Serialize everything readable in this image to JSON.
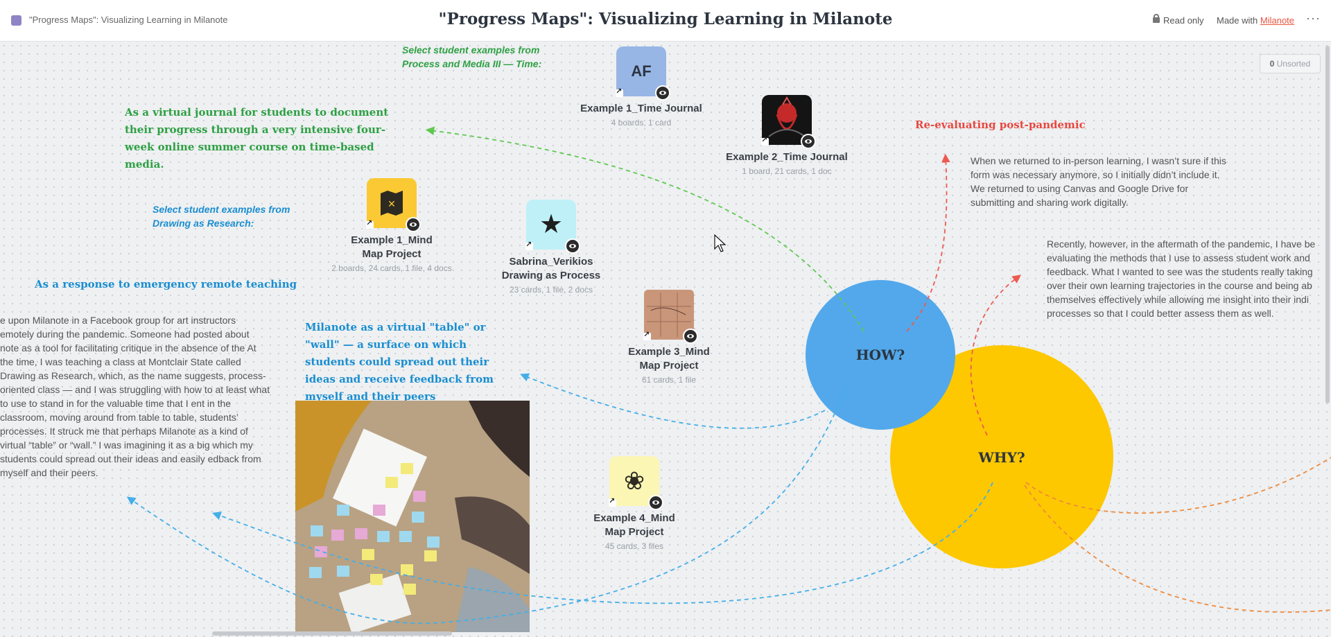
{
  "header": {
    "breadcrumb": "\"Progress Maps\": Visualizing Learning in Milanote",
    "title": "\"Progress Maps\": Visualizing Learning in Milanote",
    "read_only": "Read only",
    "made_with": "Made with",
    "made_with_link": "Milanote",
    "more": "···"
  },
  "unsorted": {
    "count": "0",
    "label": "Unsorted"
  },
  "labels": {
    "time_examples": "Select student examples from Process and Media III — Time:",
    "drawing_examples": "Select student examples from Drawing as Research:",
    "virtual_journal": "As a  virtual journal for students to document their progress through a very intensive four-week online summer course on time-based media.",
    "emergency": "As a response to emergency remote teaching",
    "virtual_table": "Milanote as a virtual \"table\" or \"wall\" — a surface on which students could spread out their ideas and receive feedback from myself and their peers",
    "reevaluating": "Re-evaluating post-pandemic"
  },
  "notes": {
    "returned": "When we returned to in-person learning, I wasn’t sure if this form was necessary anymore, so I initially didn’t include it. We returned to using Canvas and Google Drive for submitting and sharing work digitally.",
    "recently": "Recently, however, in the aftermath of the pandemic, I have be evaluating the methods that I use to assess student work and feedback. What I wanted to see was the students really taking over their own learning trajectories in the course and being ab themselves effectively while allowing me insight into their indi processes so that I could better assess them as well.",
    "facebook": "e upon Milanote in a Facebook group for art instructors emotely during the pandemic. Someone had posted about note as a tool for facilitating critique in the absence of the  At the time, I was teaching a class at Montclair State called Drawing as Research, which, as the name suggests, process-oriented class — and I was struggling with how to at least what to use to stand in for the valuable time that I ent in the classroom, moving around from table to table, students’ processes. It struck me that perhaps Milanote as a kind of virtual “table” or “wall.” I was imagining it as a big which my students could spread out their ideas and easily edback from myself and their peers."
  },
  "boards": [
    {
      "title": "Example 1_Time Journal",
      "meta": "4 boards, 1 card",
      "initials": "AF",
      "color": "#97b6e6"
    },
    {
      "title": "Example 2_Time Journal",
      "meta": "1 board, 21 cards, 1 doc",
      "color": "#1a1a1a"
    },
    {
      "title": "Example 1_Mind Map Project",
      "meta": "2 boards, 24 cards, 1 file, 4 docs",
      "color": "#fbc934"
    },
    {
      "title": "Sabrina_Verikios Drawing as Process",
      "meta": "23 cards, 1 file, 2 docs",
      "color": "#bff0f8"
    },
    {
      "title": "Example 3_Mind Map Project",
      "meta": "61 cards, 1 file",
      "color": "#c9967a"
    },
    {
      "title": "Example 4_Mind Map Project",
      "meta": "45 cards, 3 files",
      "color": "#fbf6b4"
    }
  ],
  "circles": {
    "how": "HOW?",
    "why": "WHY?"
  },
  "colors": {
    "how": "#52a8eb",
    "why": "#fdc800",
    "green": "#2ea043",
    "blue": "#1a8ed0",
    "red": "#e8473f",
    "orange": "#f08a3a"
  }
}
